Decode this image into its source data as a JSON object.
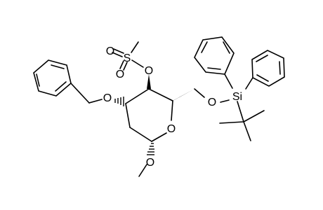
{
  "structure": {
    "atoms": {
      "sulfonyl_o_top": "O",
      "sulfur": "S",
      "sulfonyl_o_bottom": "O",
      "ester_o": "O",
      "benzyl_o": "O",
      "ring_o": "O",
      "silyl_ether_o": "O",
      "silicon": "Si",
      "methoxy_o": "O"
    },
    "colors": {
      "bond": "#000000",
      "background": "#ffffff"
    }
  }
}
